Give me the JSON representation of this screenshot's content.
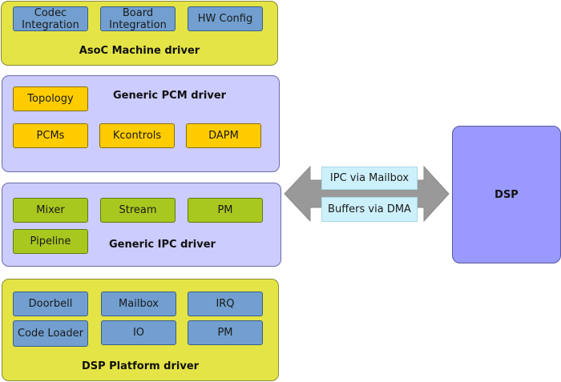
{
  "machine": {
    "title": "AsoC Machine driver",
    "items": [
      "Codec Integration",
      "Board Integration",
      "HW Config"
    ]
  },
  "pcm": {
    "title": "Generic PCM driver",
    "items": [
      "Topology",
      "PCMs",
      "Kcontrols",
      "DAPM"
    ]
  },
  "ipc": {
    "title": "Generic IPC driver",
    "items": [
      "Mixer",
      "Stream",
      "PM",
      "Pipeline"
    ]
  },
  "platform": {
    "title": "DSP Platform driver",
    "items": [
      "Doorbell",
      "Mailbox",
      "IRQ",
      "Code Loader",
      "IO",
      "PM"
    ]
  },
  "link": {
    "labels": [
      "IPC via Mailbox",
      "Buffers via DMA"
    ]
  },
  "dsp": {
    "label": "DSP"
  },
  "colors": {
    "yellow_panel": "#e4e446",
    "lavender_panel": "#ccccff",
    "blue_box": "#729fcf",
    "orange_box": "#ffcc00",
    "green_box": "#a8c81f",
    "cyan_label": "#cdf1fc",
    "dsp": "#9999ff",
    "arrow": "#999999"
  }
}
